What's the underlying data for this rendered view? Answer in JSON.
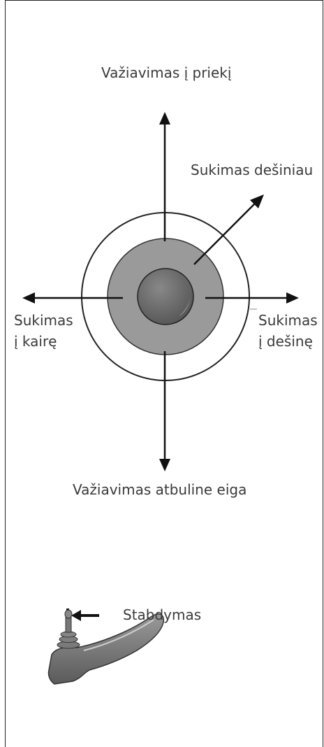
{
  "labels": {
    "forward": "Važiavimas į priekį",
    "turn_right_diag": "Sukimas dešiniau",
    "turn_left_line1": "Sukimas",
    "turn_left_line2": "į kairę",
    "turn_right_line1": "Sukimas",
    "turn_right_line2": "į dešinę",
    "backward": "Važiavimas atbuline eiga",
    "brake": "Stabdymas"
  },
  "colors": {
    "outer_ring": "#ffffff",
    "middle_ring": "#9a9a9a",
    "knob": "#6f6f6f",
    "arrow": "#111111"
  },
  "icons": {
    "joystick_diagram": "joystick-directions-icon",
    "brake_arrow": "brake-arrow-icon",
    "joystick_handle": "joystick-lever-icon"
  }
}
